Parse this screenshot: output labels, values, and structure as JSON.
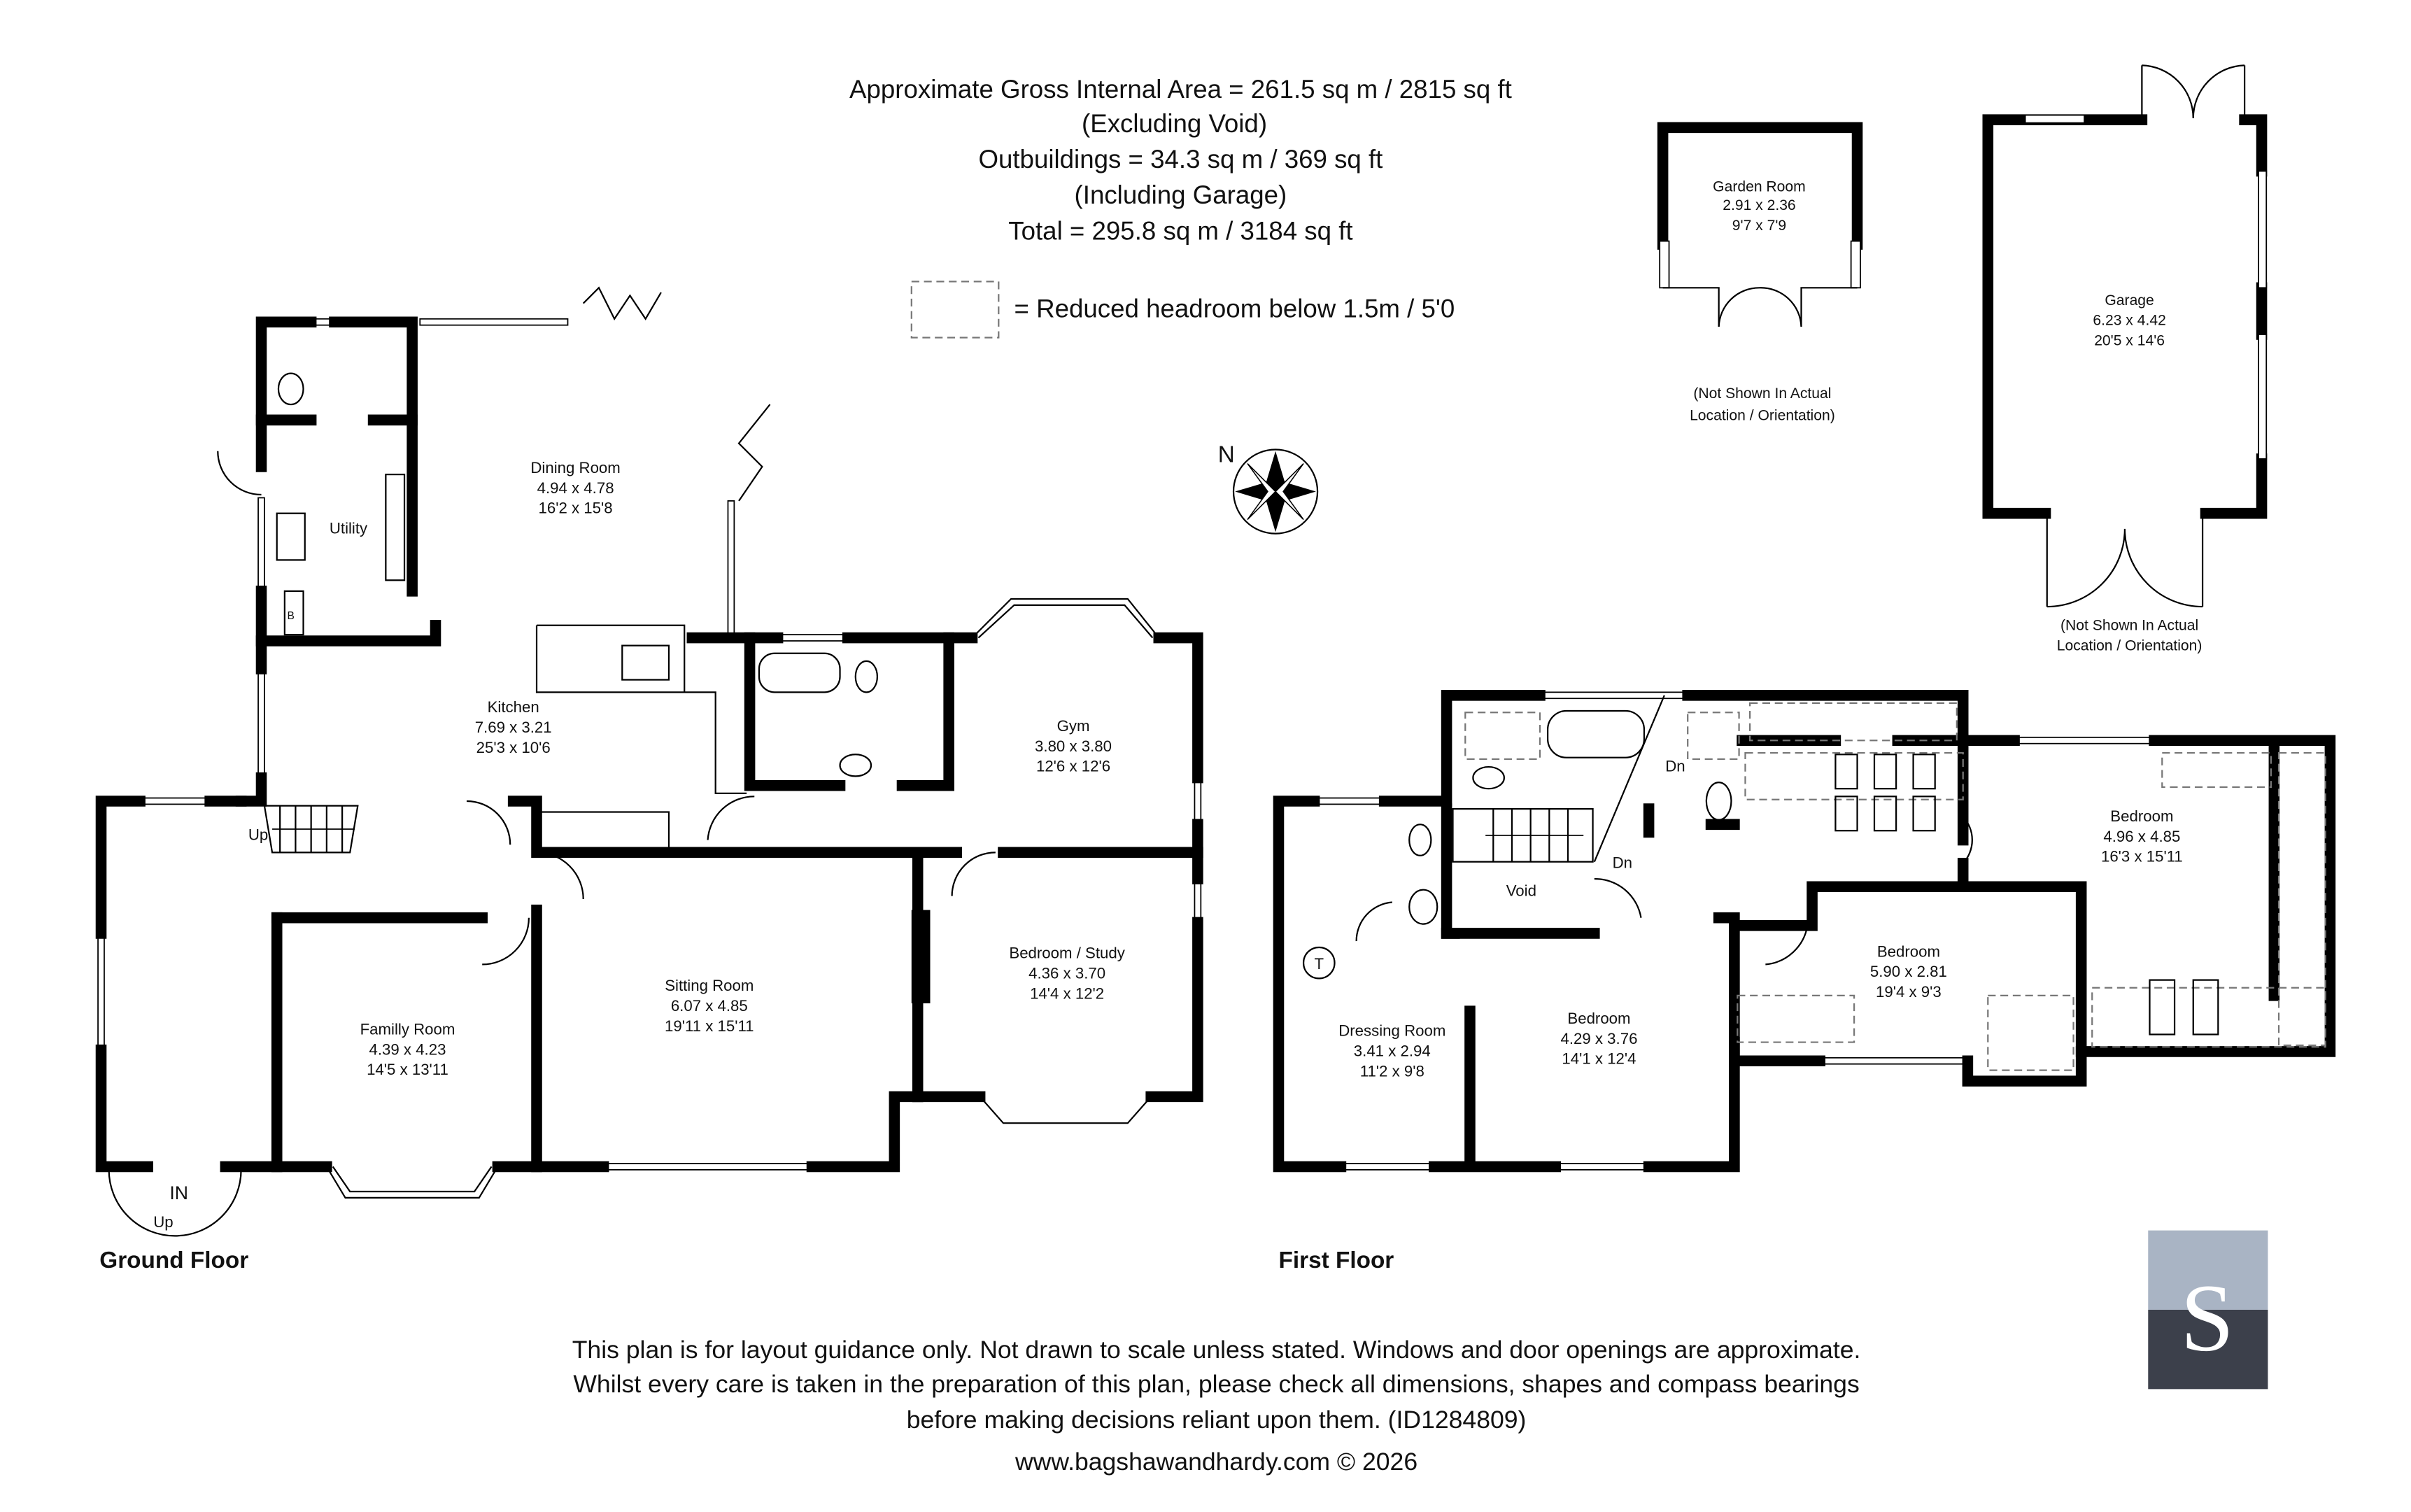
{
  "header": {
    "lines": [
      "Approximate Gross Internal Area = 261.5 sq m / 2815 sq ft",
      "(Excluding Void)",
      "Outbuildings = 34.3 sq m / 369 sq ft",
      "(Including Garage)",
      "Total = 295.8 sq m / 3184 sq ft"
    ],
    "legend": "= Reduced headroom below 1.5m / 5'0"
  },
  "compass": {
    "label": "N"
  },
  "ground_floor": {
    "title": "Ground Floor",
    "rooms": [
      {
        "name": "Dining Room",
        "metric": "4.94 x 4.78",
        "imperial": "16'2 x 15'8"
      },
      {
        "name": "Utility"
      },
      {
        "name": "Kitchen",
        "metric": "7.69 x 3.21",
        "imperial": "25'3 x 10'6"
      },
      {
        "name": "Gym",
        "metric": "3.80 x 3.80",
        "imperial": "12'6 x 12'6"
      },
      {
        "name": "Familly Room",
        "metric": "4.39 x 4.23",
        "imperial": "14'5 x 13'11"
      },
      {
        "name": "Sitting Room",
        "metric": "6.07 x 4.85",
        "imperial": "19'11 x 15'11"
      },
      {
        "name": "Bedroom / Study",
        "metric": "4.36 x 3.70",
        "imperial": "14'4 x 12'2"
      }
    ],
    "marks": {
      "stairs_up": "Up",
      "entrance": "IN",
      "step_up": "Up",
      "boiler": "B"
    }
  },
  "first_floor": {
    "title": "First Floor",
    "rooms": [
      {
        "name": "Bedroom",
        "metric": "4.96 x 4.85",
        "imperial": "16'3 x 15'11"
      },
      {
        "name": "Bedroom",
        "metric": "5.90 x 2.81",
        "imperial": "19'4 x 9'3"
      },
      {
        "name": "Bedroom",
        "metric": "4.29 x 3.76",
        "imperial": "14'1 x 12'4"
      },
      {
        "name": "Dressing Room",
        "metric": "3.41 x 2.94",
        "imperial": "11'2 x 9'8"
      },
      {
        "name": "Void"
      }
    ],
    "marks": {
      "down_1": "Dn",
      "down_2": "Dn",
      "tank": "T"
    }
  },
  "outbuildings": {
    "garden_room": {
      "name": "Garden Room",
      "metric": "2.91 x 2.36",
      "imperial": "9'7 x 7'9",
      "note_1": "(Not Shown In Actual",
      "note_2": "Location / Orientation)"
    },
    "garage": {
      "name": "Garage",
      "metric": "6.23 x 4.42",
      "imperial": "20'5 x 14'6",
      "note_1": "(Not Shown In Actual",
      "note_2": "Location / Orientation)"
    }
  },
  "footer": {
    "lines": [
      "This plan is for layout guidance only. Not drawn to scale unless stated. Windows and door openings are approximate.",
      "Whilst every care is taken in the preparation of this plan, please check all dimensions, shapes and compass bearings",
      "before making decisions reliant upon them. (ID1284809)",
      "www.bagshawandhardy.com © 2026"
    ]
  },
  "logo": {
    "letter": "S",
    "top_color": "#a9b4c4",
    "bottom_color": "#3c404b"
  }
}
